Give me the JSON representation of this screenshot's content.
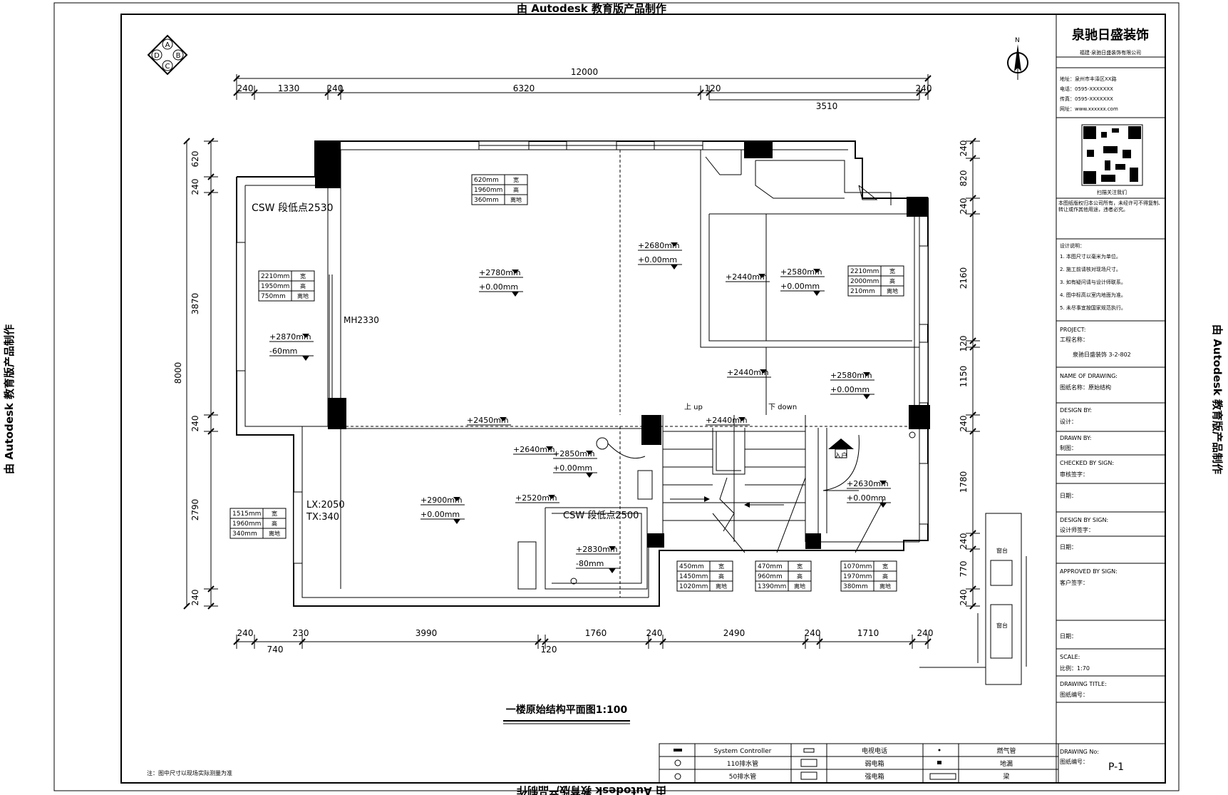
{
  "watermark": "由 Autodesk 教育版产品制作",
  "company": {
    "name": "泉驰日盛装饰",
    "sub": "福建·泉驰日盛装饰有限公司",
    "lines": [
      "地址：泉州市丰泽区XX路",
      "电话：0595-XXXXXXX",
      "传真：0595-XXXXXXX",
      "网址：www.xxxxxx.com"
    ],
    "qr_caption": "扫描关注我们"
  },
  "compass": {
    "north": "N"
  },
  "grid_marker": {
    "a": "A",
    "b": "B",
    "c": "C",
    "d": "D"
  },
  "dims_top_total": "12000",
  "dims_top": [
    {
      "label": "240"
    },
    {
      "label": "1330"
    },
    {
      "label": "240"
    },
    {
      "label": "6320"
    },
    {
      "label": "120"
    },
    {
      "label": "3510"
    },
    {
      "label": "240"
    }
  ],
  "dims_bottom": [
    {
      "label": "240"
    },
    {
      "label": "230"
    },
    {
      "label": "3990"
    },
    {
      "label": "1760"
    },
    {
      "label": "240"
    },
    {
      "label": "2490"
    },
    {
      "label": "240"
    },
    {
      "label": "1710"
    },
    {
      "label": "240"
    }
  ],
  "dims_bottom_sub": [
    {
      "label": "740"
    },
    {
      "label": "120"
    }
  ],
  "dims_left_total": "8000",
  "dims_left": [
    {
      "label": "620"
    },
    {
      "label": "240"
    },
    {
      "label": "3870"
    },
    {
      "label": "240"
    },
    {
      "label": "2790"
    },
    {
      "label": "240"
    }
  ],
  "dims_right": [
    {
      "label": "240"
    },
    {
      "label": "820"
    },
    {
      "label": "240"
    },
    {
      "label": "2160"
    },
    {
      "label": "120"
    },
    {
      "label": "1150"
    },
    {
      "label": "240"
    },
    {
      "label": "1780"
    },
    {
      "label": "240"
    },
    {
      "label": "770"
    },
    {
      "label": "240"
    }
  ],
  "room_labels": [
    {
      "text": "CSW 段低点2530"
    },
    {
      "text": "MH2330"
    },
    {
      "text": "LX:2050"
    },
    {
      "text": "TX:340"
    },
    {
      "text": "CSW 段低点2500"
    },
    {
      "text": "上 up"
    },
    {
      "text": "下 down"
    },
    {
      "text": "入户"
    }
  ],
  "levels": [
    {
      "top": "+2780mm",
      "bot": "+0.00mm"
    },
    {
      "top": "+2680mm",
      "bot": "+0.00mm"
    },
    {
      "top": "+2440mm",
      "bot": ""
    },
    {
      "top": "+2580mm",
      "bot": "+0.00mm"
    },
    {
      "top": "+2870mm",
      "bot": "-60mm"
    },
    {
      "top": "+2440mm",
      "bot": ""
    },
    {
      "top": "+2580mm",
      "bot": "+0.00mm"
    },
    {
      "top": "+2450mm",
      "bot": ""
    },
    {
      "top": "+2440mm",
      "bot": ""
    },
    {
      "top": "+2640mm",
      "bot": ""
    },
    {
      "top": "+2850mm",
      "bot": "+0.00mm"
    },
    {
      "top": "+2900mm",
      "bot": "+0.00mm"
    },
    {
      "top": "+2520mm",
      "bot": ""
    },
    {
      "top": "+2830mm",
      "bot": "-80mm"
    },
    {
      "top": "+2630mm",
      "bot": "+0.00mm"
    }
  ],
  "window_tables": [
    {
      "rows": [
        [
          "620mm",
          "宽"
        ],
        [
          "1960mm",
          "高"
        ],
        [
          "360mm",
          "离地"
        ]
      ]
    },
    {
      "rows": [
        [
          "2210mm",
          "宽"
        ],
        [
          "1950mm",
          "高"
        ],
        [
          "750mm",
          "离地"
        ]
      ]
    },
    {
      "rows": [
        [
          "2210mm",
          "宽"
        ],
        [
          "2000mm",
          "高"
        ],
        [
          "210mm",
          "离地"
        ]
      ]
    },
    {
      "rows": [
        [
          "1515mm",
          "宽"
        ],
        [
          "1960mm",
          "高"
        ],
        [
          "340mm",
          "离地"
        ]
      ]
    },
    {
      "rows": [
        [
          "450mm",
          "宽"
        ],
        [
          "1450mm",
          "高"
        ],
        [
          "1020mm",
          "离地"
        ]
      ]
    },
    {
      "rows": [
        [
          "470mm",
          "宽"
        ],
        [
          "960mm",
          "高"
        ],
        [
          "1390mm",
          "离地"
        ]
      ]
    },
    {
      "rows": [
        [
          "1070mm",
          "宽"
        ],
        [
          "1970mm",
          "高"
        ],
        [
          "380mm",
          "离地"
        ]
      ]
    }
  ],
  "plan_title": "一楼原始结构平面图1:100",
  "footnote": "注：图中尺寸以现场实际测量为准",
  "detail_labels": [
    "窗台",
    "窗台"
  ],
  "legend": [
    {
      "label": "System Controller"
    },
    {
      "label": "电视电话"
    },
    {
      "label": "燃气管"
    },
    {
      "label": "110排水管"
    },
    {
      "label": "弱电箱"
    },
    {
      "label": "地漏"
    },
    {
      "label": "50排水管"
    },
    {
      "label": "强电箱"
    },
    {
      "label": "梁"
    }
  ],
  "titleblock": {
    "note1": "本图纸版权归本公司所有，未经许可不得复制、转让或作其他用途，违者必究。",
    "note2_title": "设计说明：",
    "note2": [
      "1. 本图尺寸以毫米为单位。",
      "2. 施工前请核对现场尺寸。",
      "3. 如有疑问请与设计师联系。",
      "4. 图中标高以室内地面为准。",
      "5. 未尽事宜按国家规范执行。"
    ],
    "project_label": "PROJECT:",
    "project_sub": "工程名称：",
    "project_value": "泉驰日盛装饰 3-2-802",
    "drawing_label": "NAME OF DRAWING:",
    "drawing_value": "图纸名称：原始结构",
    "design_label": "DESIGN BY:",
    "design_value": "设计：",
    "drawn_label": "DRAWN BY:",
    "drawn_value": "制图：",
    "checked_label": "CHECKED BY SIGN:",
    "checked_value": "审核签字：",
    "date1": "日期：",
    "designsign_label": "DESIGN BY SIGN:",
    "designsign_value": "设计师签字：",
    "date2": "日期：",
    "approved_label": "APPROVED BY SIGN:",
    "approved_value": "客户签字：",
    "date3": "日期：",
    "scale_label": "SCALE:",
    "scale_value": "比例：1:70",
    "drawingno_label": "DRAWING TITLE:",
    "drawingno_value": "图纸编号：",
    "num_label": "DRAWING No:",
    "num_sub": "图纸编号：",
    "num_value": "P-1"
  }
}
